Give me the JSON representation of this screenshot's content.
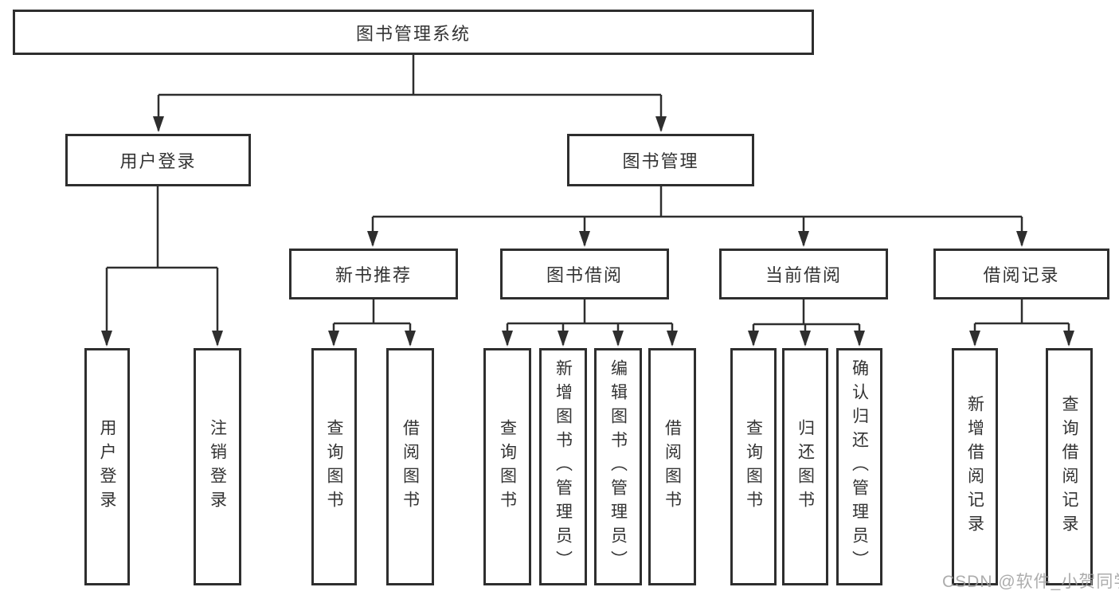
{
  "diagram_title": "图书管理系统",
  "colors": {
    "line": "#2e2e2e",
    "border": "#2e2e2e",
    "text": "#333333",
    "background": "#ffffff",
    "watermark": "#9e9e9e"
  },
  "watermark": {
    "text": "CSDN @软件_小贺同学"
  },
  "tree": {
    "label": "图书管理系统",
    "children": [
      {
        "label": "用户登录",
        "children": [
          {
            "label": "用户登录"
          },
          {
            "label": "注销登录"
          }
        ]
      },
      {
        "label": "图书管理",
        "children": [
          {
            "label": "新书推荐",
            "children": [
              {
                "label": "查询图书"
              },
              {
                "label": "借阅图书"
              }
            ]
          },
          {
            "label": "图书借阅",
            "children": [
              {
                "label": "查询图书"
              },
              {
                "label": "新增图书（管理员）"
              },
              {
                "label": "编辑图书（管理员）"
              },
              {
                "label": "借阅图书"
              }
            ]
          },
          {
            "label": "当前借阅",
            "children": [
              {
                "label": "查询图书"
              },
              {
                "label": "归还图书"
              },
              {
                "label": "确认归还（管理员）"
              }
            ]
          },
          {
            "label": "借阅记录",
            "children": [
              {
                "label": "新增借阅记录"
              },
              {
                "label": "查询借阅记录"
              }
            ]
          }
        ]
      }
    ]
  }
}
